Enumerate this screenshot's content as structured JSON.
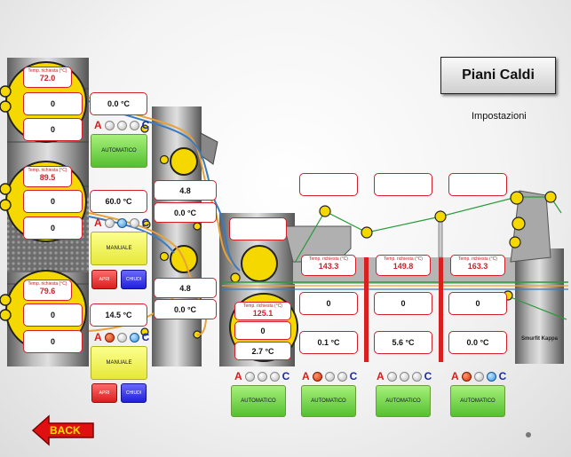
{
  "header": {
    "title": "Piani Caldi",
    "subtitle": "Impostazioni"
  },
  "left_column": {
    "top": {
      "caption": "Temp. richiesta (°C)",
      "value": "72.0",
      "field1": "0",
      "field2": "0",
      "temp": "0.0 °C",
      "mode": "AUTOMATICO"
    },
    "middle": {
      "caption": "Temp. richiesta (°C)",
      "value": "89.5",
      "field1": "0",
      "field2": "0",
      "temp": "60.0 °C",
      "mode": "MANUALE",
      "btn_open": "APRI",
      "btn_close": "CHIUDI"
    },
    "bottom": {
      "caption": "Temp. richiesta (°C)",
      "value": "79.6",
      "field1": "0",
      "field2": "0",
      "temp": "14.5 °C",
      "mode": "MANUALE",
      "btn_open": "APRI",
      "btn_close": "CHIUDI"
    }
  },
  "center_column": {
    "upper_value": "4.8",
    "upper_temp": "0.0 °C",
    "lower_value": "4.8",
    "lower_temp": "0.0 °C"
  },
  "preheater": {
    "caption": "Temp. richiesta (°C)",
    "value": "125.1",
    "field": "0",
    "temp": "2.7 °C",
    "mode": "AUTOMATICO"
  },
  "hot_plates": [
    {
      "caption": "Temp. richiesta (°C)",
      "value": "143.3",
      "field": "0",
      "temp": "0.1 °C",
      "mode": "AUTOMATICO"
    },
    {
      "caption": "Temp. richiesta (°C)",
      "value": "149.8",
      "field": "0",
      "temp": "5.6 °C",
      "mode": "AUTOMATICO"
    },
    {
      "caption": "Temp. richiesta (°C)",
      "value": "163.3",
      "field": "0",
      "temp": "0.0 °C",
      "mode": "AUTOMATICO"
    }
  ],
  "indicator": {
    "a": "A",
    "c": "C"
  },
  "brand": "Smurfit Kappa",
  "back_label": "BACK",
  "colors": {
    "accent_red": "#d0202a",
    "mode_green": "#55c030",
    "mode_yellow": "#e6e83a",
    "paper_orange": "#e8a23a",
    "paper_blue": "#3a7ac0",
    "web_green": "#2a9a3a"
  }
}
